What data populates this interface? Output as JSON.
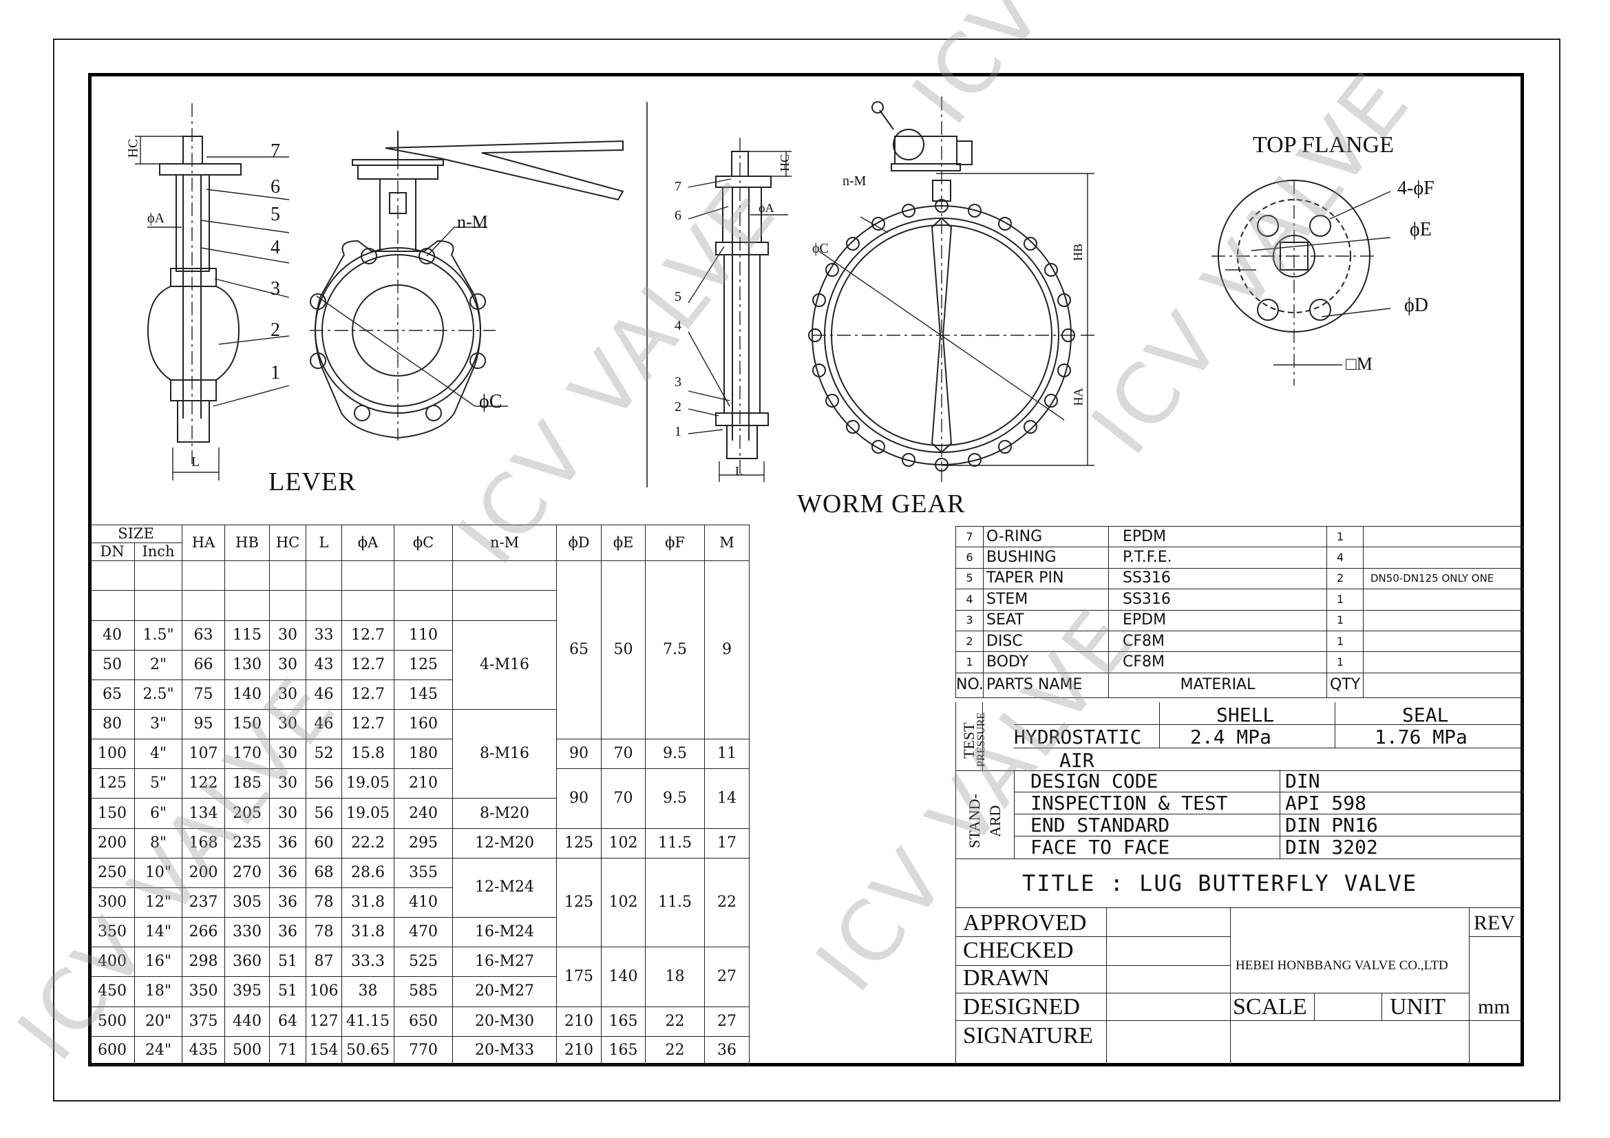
{
  "views": {
    "lever_title": "LEVER",
    "worm_gear_title": "WORM GEAR",
    "top_flange_title": "TOP FLANGE",
    "lever_callouts": [
      "7",
      "6",
      "5",
      "4",
      "3",
      "2",
      "1"
    ],
    "worm_callouts": [
      "7",
      "6",
      "5",
      "4",
      "3",
      "2",
      "1"
    ],
    "dims": {
      "hc": "HC",
      "phi_a": "ϕA",
      "l": "L",
      "n_m": "n-M",
      "phi_c": "ϕC",
      "hb": "HB",
      "ha": "HA",
      "four_phi_f": "4-ϕF",
      "phi_e": "ϕE",
      "phi_d": "ϕD",
      "square_m": "□M"
    }
  },
  "watermark": "ICV VALVE",
  "dim_table": {
    "headers": {
      "size": "SIZE",
      "dn": "DN",
      "inch": "Inch",
      "ha": "HA",
      "hb": "HB",
      "hc": "HC",
      "l": "L",
      "phi_a": "ϕA",
      "phi_c": "ϕC",
      "n_m": "n-M",
      "phi_d": "ϕD",
      "phi_e": "ϕE",
      "phi_f": "ϕF",
      "m": "M"
    },
    "rows": [
      {
        "dn": "40",
        "inch": "1.5\"",
        "ha": "63",
        "hb": "115",
        "hc": "30",
        "l": "33",
        "a": "12.7",
        "c": "110"
      },
      {
        "dn": "50",
        "inch": "2\"",
        "ha": "66",
        "hb": "130",
        "hc": "30",
        "l": "43",
        "a": "12.7",
        "c": "125"
      },
      {
        "dn": "65",
        "inch": "2.5\"",
        "ha": "75",
        "hb": "140",
        "hc": "30",
        "l": "46",
        "a": "12.7",
        "c": "145"
      },
      {
        "dn": "80",
        "inch": "3\"",
        "ha": "95",
        "hb": "150",
        "hc": "30",
        "l": "46",
        "a": "12.7",
        "c": "160"
      },
      {
        "dn": "100",
        "inch": "4\"",
        "ha": "107",
        "hb": "170",
        "hc": "30",
        "l": "52",
        "a": "15.8",
        "c": "180"
      },
      {
        "dn": "125",
        "inch": "5\"",
        "ha": "122",
        "hb": "185",
        "hc": "30",
        "l": "56",
        "a": "19.05",
        "c": "210"
      },
      {
        "dn": "150",
        "inch": "6\"",
        "ha": "134",
        "hb": "205",
        "hc": "30",
        "l": "56",
        "a": "19.05",
        "c": "240"
      },
      {
        "dn": "200",
        "inch": "8\"",
        "ha": "168",
        "hb": "235",
        "hc": "36",
        "l": "60",
        "a": "22.2",
        "c": "295"
      },
      {
        "dn": "250",
        "inch": "10\"",
        "ha": "200",
        "hb": "270",
        "hc": "36",
        "l": "68",
        "a": "28.6",
        "c": "355"
      },
      {
        "dn": "300",
        "inch": "12\"",
        "ha": "237",
        "hb": "305",
        "hc": "36",
        "l": "78",
        "a": "31.8",
        "c": "410"
      },
      {
        "dn": "350",
        "inch": "14\"",
        "ha": "266",
        "hb": "330",
        "hc": "36",
        "l": "78",
        "a": "31.8",
        "c": "470"
      },
      {
        "dn": "400",
        "inch": "16\"",
        "ha": "298",
        "hb": "360",
        "hc": "51",
        "l": "87",
        "a": "33.3",
        "c": "525"
      },
      {
        "dn": "450",
        "inch": "18\"",
        "ha": "350",
        "hb": "395",
        "hc": "51",
        "l": "106",
        "a": "38",
        "c": "585"
      },
      {
        "dn": "500",
        "inch": "20\"",
        "ha": "375",
        "hb": "440",
        "hc": "64",
        "l": "127",
        "a": "41.15",
        "c": "650"
      },
      {
        "dn": "600",
        "inch": "24\"",
        "ha": "435",
        "hb": "500",
        "hc": "71",
        "l": "154",
        "a": "50.65",
        "c": "770"
      }
    ],
    "nm": [
      "4-M16",
      "8-M16",
      "8-M20",
      "12-M20",
      "12-M24",
      "16-M24",
      "16-M27",
      "20-M27",
      "20-M30",
      "20-M33"
    ],
    "flange": [
      {
        "d": "65",
        "e": "50",
        "f": "7.5",
        "m": "9"
      },
      {
        "d": "90",
        "e": "70",
        "f": "9.5",
        "m": "11"
      },
      {
        "d": "90",
        "e": "70",
        "f": "9.5",
        "m": "14"
      },
      {
        "d": "125",
        "e": "102",
        "f": "11.5",
        "m": "17"
      },
      {
        "d": "125",
        "e": "102",
        "f": "11.5",
        "m": "22"
      },
      {
        "d": "175",
        "e": "140",
        "f": "18",
        "m": "27"
      },
      {
        "d": "210",
        "e": "165",
        "f": "22",
        "m": "27"
      },
      {
        "d": "210",
        "e": "165",
        "f": "22",
        "m": "36"
      }
    ]
  },
  "parts": {
    "rows": [
      {
        "no": "7",
        "name": "O-RING",
        "material": "EPDM",
        "qty": "1",
        "remark": ""
      },
      {
        "no": "6",
        "name": "BUSHING",
        "material": "P.T.F.E.",
        "qty": "4",
        "remark": ""
      },
      {
        "no": "5",
        "name": "TAPER PIN",
        "material": "SS316",
        "qty": "2",
        "remark": "DN50-DN125 ONLY ONE"
      },
      {
        "no": "4",
        "name": "STEM",
        "material": "SS316",
        "qty": "1",
        "remark": ""
      },
      {
        "no": "3",
        "name": "SEAT",
        "material": "EPDM",
        "qty": "1",
        "remark": ""
      },
      {
        "no": "2",
        "name": "DISC",
        "material": "CF8M",
        "qty": "1",
        "remark": ""
      },
      {
        "no": "1",
        "name": "BODY",
        "material": "CF8M",
        "qty": "1",
        "remark": ""
      }
    ],
    "header": {
      "no": "NO.",
      "name": "PARTS NAME",
      "material": "MATERIAL",
      "qty": "QTY"
    }
  },
  "test": {
    "side_label_1": "TEST",
    "side_label_2": "PRESSURE",
    "shell": "SHELL",
    "seal": "SEAL",
    "hydrostatic": "HYDROSTATIC",
    "air": "AIR",
    "shell_value": "2.4 MPa",
    "seal_value": "1.76 MPa"
  },
  "standard": {
    "side_label_1": "STAND-",
    "side_label_2": "ARD",
    "rows": [
      {
        "label": "DESIGN CODE",
        "value": "DIN"
      },
      {
        "label": "INSPECTION & TEST",
        "value": "API 598"
      },
      {
        "label": "END STANDARD",
        "value": "DIN PN16"
      },
      {
        "label": "FACE TO FACE",
        "value": "DIN 3202"
      }
    ]
  },
  "title_block": {
    "title": "TITLE : LUG BUTTERFLY VALVE",
    "approved": "APPROVED",
    "checked": "CHECKED",
    "drawn": "DRAWN",
    "designed": "DESIGNED",
    "signature": "SIGNATURE",
    "company": "HEBEI HONBBANG VALVE CO.,LTD",
    "rev": "REV",
    "scale": "SCALE",
    "unit": "UNIT",
    "unit_value": "mm"
  }
}
